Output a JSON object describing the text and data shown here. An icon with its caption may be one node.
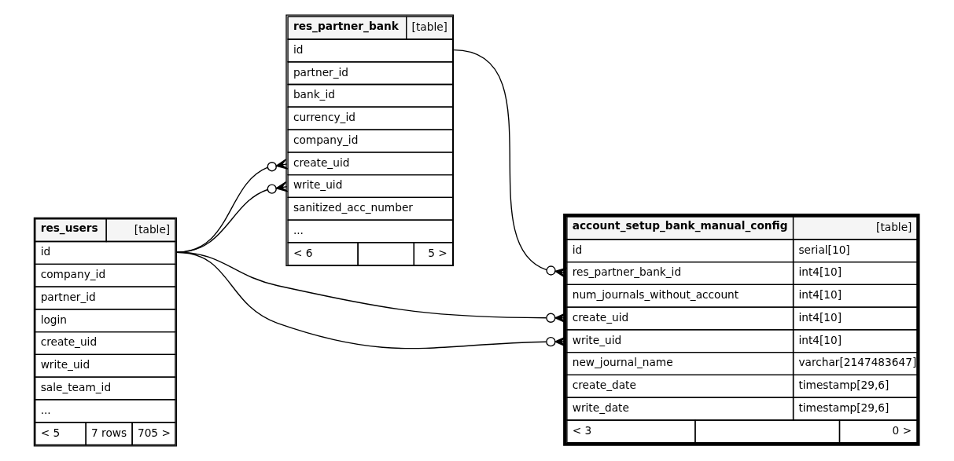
{
  "diagram": {
    "nodes": [
      {
        "text": [
          "res_users",
          "[table]",
          "id",
          "company_id",
          "partner_id",
          "login",
          "create_uid",
          "write_uid",
          "sale_team_id",
          "...",
          "< 5",
          "7 rows",
          "705 >"
        ]
      },
      {
        "text": [
          "res_partner_bank",
          "[table]",
          "id",
          "partner_id",
          "bank_id",
          "currency_id",
          "company_id",
          "create_uid",
          "write_uid",
          "sanitized_acc_number",
          "...",
          "< 6",
          "5 >"
        ]
      },
      {
        "text": [
          "account_setup_bank_manual_config",
          "[table]",
          "id",
          "serial[10]",
          "res_partner_bank_id",
          "int4[10]",
          "num_journals_without_account",
          "int4[10]",
          "create_uid",
          "int4[10]",
          "write_uid",
          "int4[10]",
          "new_journal_name",
          "varchar[2147483647]",
          "create_date",
          "timestamp[29,6]",
          "write_date",
          "timestamp[29,6]",
          "< 3",
          "0 >"
        ]
      }
    ],
    "edges": [
      {
        "from": 1,
        "to": 2,
        "arrow": "other"
      },
      {
        "from": 0,
        "to": 1,
        "arrow": "other"
      },
      {
        "from": 0,
        "to": 1,
        "arrow": "other"
      },
      {
        "from": 0,
        "to": 2,
        "arrow": "other"
      },
      {
        "from": 0,
        "to": 2,
        "arrow": "other"
      }
    ]
  }
}
